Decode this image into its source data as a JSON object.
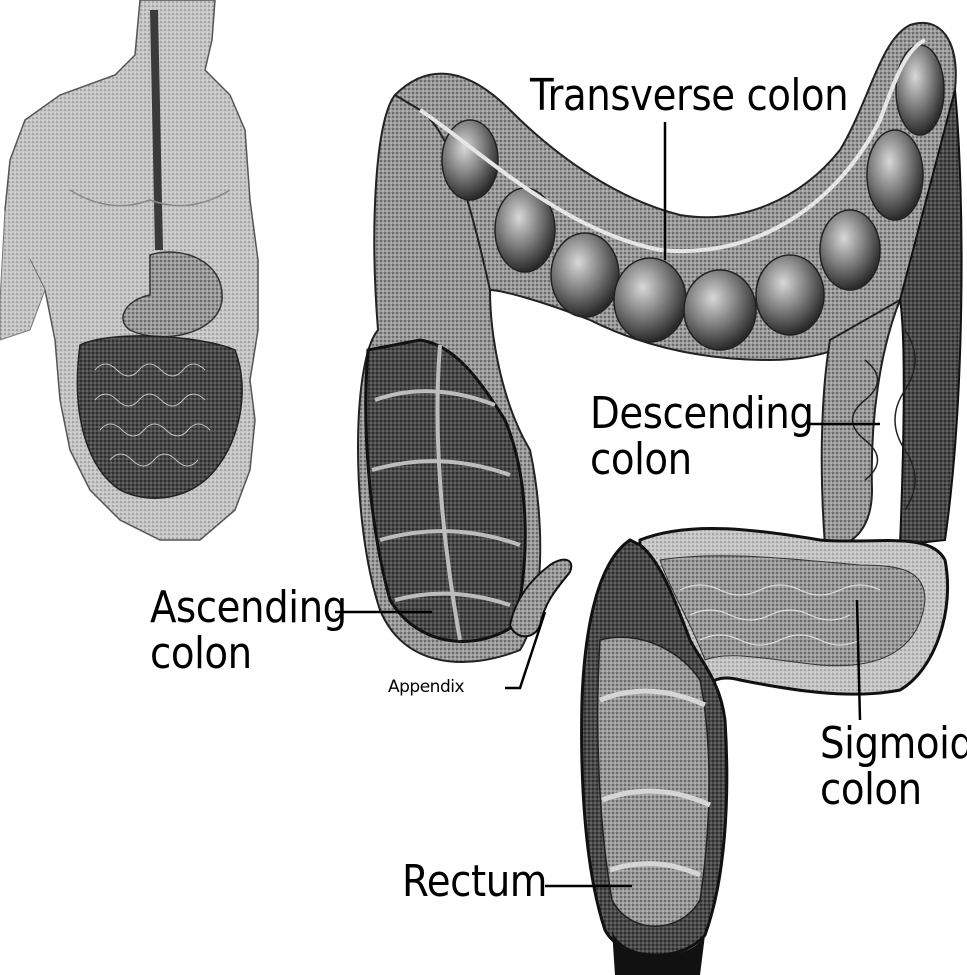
{
  "labels": {
    "transverse": "Transverse colon",
    "descending": [
      "Descending",
      "colon"
    ],
    "ascending": [
      "Ascending",
      "colon"
    ],
    "appendix": "Appendix",
    "sigmoid": [
      "Sigmoid",
      "colon"
    ],
    "rectum": "Rectum"
  },
  "colors": {
    "ink": "#000000",
    "tissue_dark": "#3a3a3a",
    "tissue_mid": "#8a8a8a",
    "tissue_light": "#cfcfcf",
    "background": "#ffffff"
  }
}
